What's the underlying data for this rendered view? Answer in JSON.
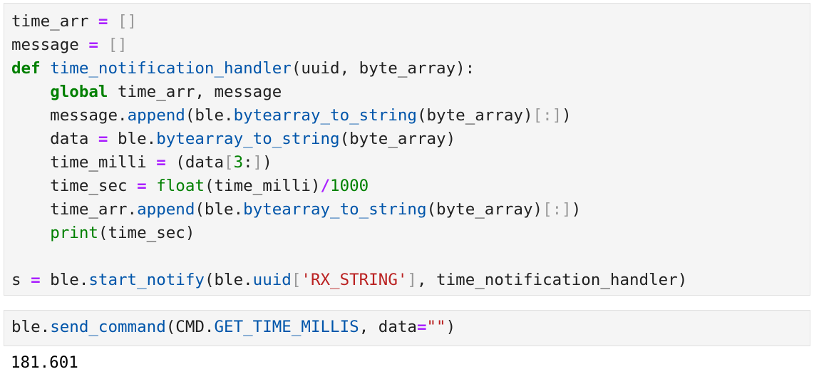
{
  "cells": [
    {
      "lines": [
        [
          [
            "time_arr ",
            "t"
          ],
          [
            "=",
            "op"
          ],
          [
            " ",
            "t"
          ],
          [
            "[]",
            "br"
          ]
        ],
        [
          [
            "message ",
            "t"
          ],
          [
            "=",
            "op"
          ],
          [
            " ",
            "t"
          ],
          [
            "[]",
            "br"
          ]
        ],
        [
          [
            "def",
            "kw"
          ],
          [
            " ",
            "t"
          ],
          [
            "time_notification_handler",
            "fn"
          ],
          [
            "(uuid, byte_array):",
            "t"
          ]
        ],
        [
          [
            "    ",
            "t"
          ],
          [
            "global",
            "kw"
          ],
          [
            " time_arr, message",
            "t"
          ]
        ],
        [
          [
            "    message.",
            "t"
          ],
          [
            "append",
            "fn"
          ],
          [
            "(ble.",
            "t"
          ],
          [
            "bytearray_to_string",
            "fn"
          ],
          [
            "(byte_array)",
            "t"
          ],
          [
            "[:]",
            "br"
          ],
          [
            ")",
            "t"
          ]
        ],
        [
          [
            "    data ",
            "t"
          ],
          [
            "=",
            "op"
          ],
          [
            " ble.",
            "t"
          ],
          [
            "bytearray_to_string",
            "fn"
          ],
          [
            "(byte_array)",
            "t"
          ]
        ],
        [
          [
            "    time_milli ",
            "t"
          ],
          [
            "=",
            "op"
          ],
          [
            " (data",
            "t"
          ],
          [
            "[",
            "br"
          ],
          [
            "3",
            "num"
          ],
          [
            ":",
            "t"
          ],
          [
            "]",
            "br"
          ],
          [
            ")",
            "t"
          ]
        ],
        [
          [
            "    time_sec ",
            "t"
          ],
          [
            "=",
            "op"
          ],
          [
            " ",
            "t"
          ],
          [
            "float",
            "bi"
          ],
          [
            "(time_milli)",
            "t"
          ],
          [
            "/",
            "op"
          ],
          [
            "1000",
            "num"
          ]
        ],
        [
          [
            "    time_arr.",
            "t"
          ],
          [
            "append",
            "fn"
          ],
          [
            "(ble.",
            "t"
          ],
          [
            "bytearray_to_string",
            "fn"
          ],
          [
            "(byte_array)",
            "t"
          ],
          [
            "[:]",
            "br"
          ],
          [
            ")",
            "t"
          ]
        ],
        [
          [
            "    ",
            "t"
          ],
          [
            "print",
            "bi"
          ],
          [
            "(time_sec)",
            "t"
          ]
        ],
        [],
        [
          [
            "s ",
            "t"
          ],
          [
            "=",
            "op"
          ],
          [
            " ble.",
            "t"
          ],
          [
            "start_notify",
            "fn"
          ],
          [
            "(ble.",
            "t"
          ],
          [
            "uuid",
            "fn"
          ],
          [
            "[",
            "br"
          ],
          [
            "'RX_STRING'",
            "str"
          ],
          [
            "]",
            "br"
          ],
          [
            ", time_notification_handler)",
            "t"
          ]
        ]
      ]
    },
    {
      "lines": [
        [
          [
            "ble.",
            "t"
          ],
          [
            "send_command",
            "fn"
          ],
          [
            "(CMD.",
            "t"
          ],
          [
            "GET_TIME_MILLIS",
            "fn"
          ],
          [
            ", data",
            "t"
          ],
          [
            "=",
            "op"
          ],
          [
            "\"\"",
            "str"
          ],
          [
            ")",
            "t"
          ]
        ]
      ]
    }
  ],
  "output": {
    "text": "181.601"
  },
  "colors": {
    "keyword": "#008000",
    "operator": "#aa22ff",
    "bracket": "#999999",
    "function": "#0055aa",
    "string": "#ba2121",
    "number": "#008000",
    "cell_background": "#f5f5f5"
  }
}
